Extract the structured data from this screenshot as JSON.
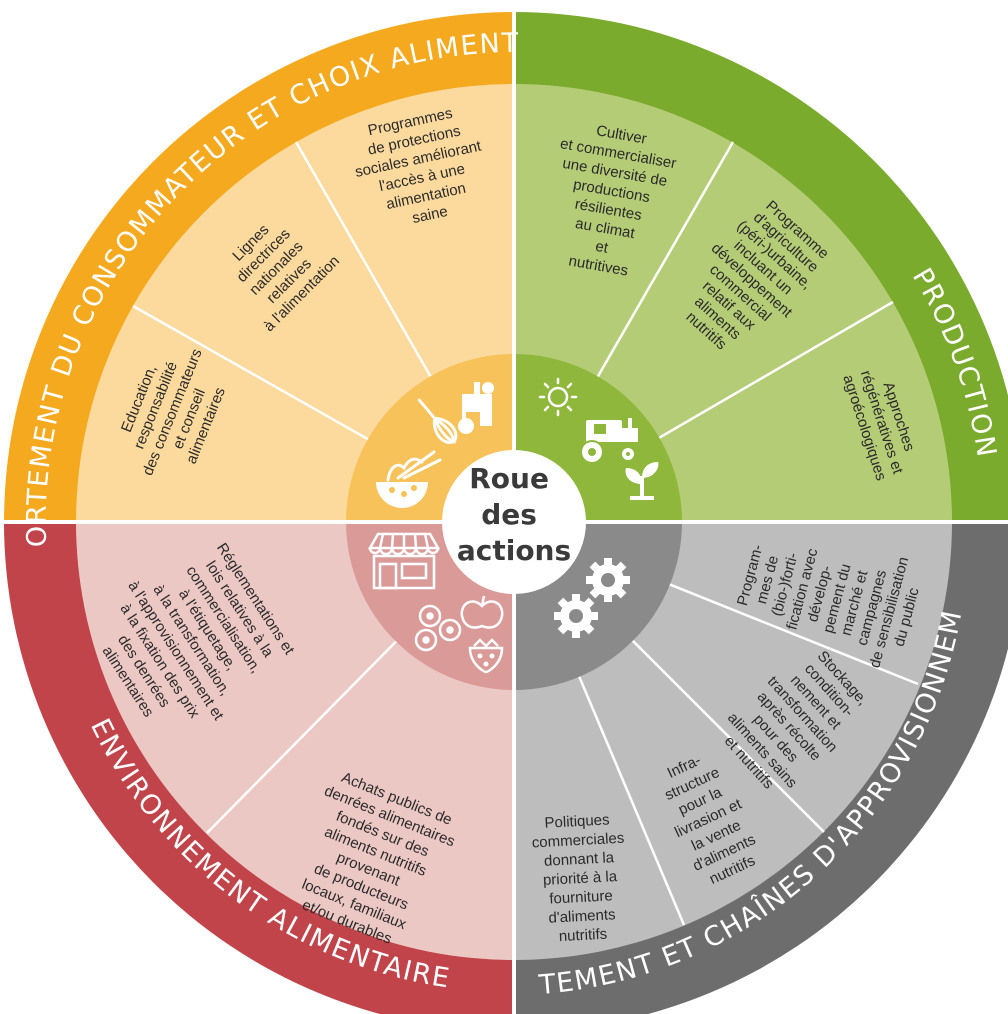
{
  "center": {
    "lines": [
      "Roue",
      "des",
      "actions"
    ]
  },
  "quadrants": [
    {
      "key": "consumer",
      "title": "COMPORTEMENT DU CONSOMMATEUR ET CHOIX ALIMENTAIRES",
      "colors": {
        "outer": "#f4a91f",
        "mid": "#fcd99c",
        "inner": "#f8c25a"
      },
      "icons": [
        "whisk-icon",
        "grocery-bag-icon",
        "noodle-bowl-icon"
      ],
      "actions": [
        {
          "lines": [
            "Education,",
            "responsabilité",
            "des consommateurs",
            "et conseil",
            "alimentaires"
          ]
        },
        {
          "lines": [
            "Lignes",
            "directrices",
            "nationales",
            "relatives",
            "à l'alimentation"
          ]
        },
        {
          "lines": [
            "Programmes",
            "de protections",
            "sociales améliorant",
            "l'accès à une",
            "alimentation",
            "saine"
          ]
        }
      ]
    },
    {
      "key": "production",
      "title": "PRODUCTION",
      "colors": {
        "outer": "#7aab2d",
        "mid": "#b5cc77",
        "inner": "#8fb73c"
      },
      "icons": [
        "sun-icon",
        "tractor-icon",
        "seedling-icon"
      ],
      "actions": [
        {
          "lines": [
            "Cultiver",
            "et commercialiser",
            "une diversité de",
            "productions",
            "résilientes",
            "au climat",
            "et",
            "nutritives"
          ]
        },
        {
          "lines": [
            "Programme",
            "d'agriculture",
            "(péri-)urbaine,",
            "incluant un",
            "développement",
            "commercial",
            "relatif aux",
            "aliments",
            "nutritifs"
          ]
        },
        {
          "lines": [
            "Approches",
            "régénératives et",
            "agroécologiques"
          ]
        }
      ]
    },
    {
      "key": "processing",
      "title": "TRAITEMENT ET CHAÎNES D'APPROVISIONNEMENT",
      "colors": {
        "outer": "#6d6d6d",
        "mid": "#bdbdbd",
        "inner": "#8a8a8a"
      },
      "icons": [
        "gear-icon",
        "gear-icon"
      ],
      "actions": [
        {
          "lines": [
            "Program-",
            "mes de",
            "(bio-)forti-",
            "fication avec",
            "dévelop-",
            "pement du",
            "marché et",
            "campagnes",
            "de sensibilisation",
            "du public"
          ]
        },
        {
          "lines": [
            "Stockage,",
            "condition-",
            "nement et",
            "transformation",
            "après récolte",
            "pour des",
            "aliments sains",
            "et nutritifs"
          ]
        },
        {
          "lines": [
            "Infra-",
            "structure",
            "pour la",
            "livrasion et",
            "la vente",
            "d'aliments",
            "nutritifs"
          ]
        },
        {
          "lines": [
            "Politiques",
            "commerciales",
            "donnant la",
            "priorité à la",
            "fourniture",
            "d'aliments",
            "nutritifs"
          ]
        }
      ]
    },
    {
      "key": "environment",
      "title": "ENVIRONNEMENT ALIMENTAIRE",
      "colors": {
        "outer": "#c0444a",
        "mid": "#ecc8c4",
        "inner": "#d99a98"
      },
      "icons": [
        "market-stall-icon",
        "apple-icon",
        "blueberries-icon",
        "strawberry-icon"
      ],
      "actions": [
        {
          "lines": [
            "Achats publics de",
            "denrées alimentaires",
            "fondés sur des",
            "aliments nutritifs",
            "provenant",
            "de producteurs",
            "locaux, familiaux",
            "et/ou durables"
          ]
        },
        {
          "lines": [
            "Réglementations et",
            "lois relatives à la",
            "commercialisation,",
            "à l'étiquetage,",
            "à la transformation,",
            "à l'approvisionnement et",
            "à la fixation des prix",
            "des denrées",
            "alimentaires"
          ]
        }
      ]
    }
  ]
}
